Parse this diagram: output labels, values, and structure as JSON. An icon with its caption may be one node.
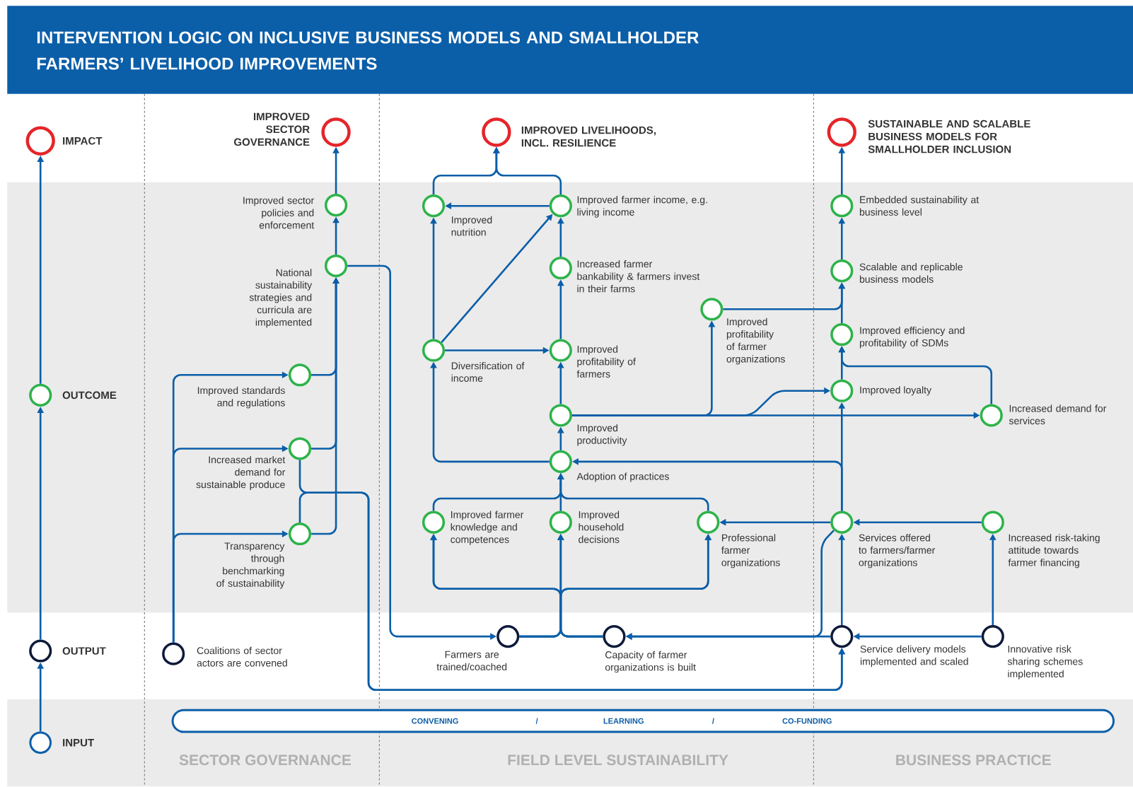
{
  "diagram": {
    "title": "INTERVENTION LOGIC ON INCLUSIVE BUSINESS MODELS AND SMALLHOLDER FARMERS’ LIVELIHOOD IMPROVEMENTS",
    "nodes": [
      {
        "text": [
          "IMPACT"
        ]
      },
      {
        "text": [
          "OUTCOME"
        ]
      },
      {
        "text": [
          "OUTPUT"
        ]
      },
      {
        "text": [
          "INPUT"
        ]
      },
      {
        "text": [
          "IMPROVED SECTOR GOVERNANCE"
        ]
      },
      {
        "text": [
          "IMPROVED LIVELIHOODS, INCL. RESILIENCE"
        ]
      },
      {
        "text": [
          "SUSTAINABLE AND SCALABLE BUSINESS MODELS FOR SMALLHOLDER INCLUSION"
        ]
      },
      {
        "text": [
          "Improved sector policies and enforcement"
        ]
      },
      {
        "text": [
          "Improved nutrition"
        ]
      },
      {
        "text": [
          "Improved farmer income, e.g. living income"
        ]
      },
      {
        "text": [
          "Embedded sustainability at business level"
        ]
      },
      {
        "text": [
          "National sustainability strategies and curricula are implemented"
        ]
      },
      {
        "text": [
          "Increased farmer bankability & farmers invest in their farms"
        ]
      },
      {
        "text": [
          "Scalable and replicable business models"
        ]
      },
      {
        "text": [
          "Improved profitability of farmer organizations"
        ]
      },
      {
        "text": [
          "Improved efficiency and profitability of SDMs"
        ]
      },
      {
        "text": [
          "Diversification of income"
        ]
      },
      {
        "text": [
          "Improved profitability of farmers"
        ]
      },
      {
        "text": [
          "Improved standards and regulations"
        ]
      },
      {
        "text": [
          "Improved loyalty"
        ]
      },
      {
        "text": [
          "Improved productivity"
        ]
      },
      {
        "text": [
          "Increased demand for services"
        ]
      },
      {
        "text": [
          "Increased market demand for sustainable produce"
        ]
      },
      {
        "text": [
          "Adoption of practices"
        ]
      },
      {
        "text": [
          "Improved farmer knowledge and competences"
        ]
      },
      {
        "text": [
          "Improved household decisions"
        ]
      },
      {
        "text": [
          "Professional farmer organizations"
        ]
      },
      {
        "text": [
          "Services offered to farmers/farmer organizations"
        ]
      },
      {
        "text": [
          "Increased risk-taking attitude towards farmer financing"
        ]
      },
      {
        "text": [
          "Transparency through benchmarking of sustainability"
        ]
      },
      {
        "text": [
          "Farmers are trained/coached"
        ]
      },
      {
        "text": [
          "Capacity of farmer organizations is built"
        ]
      },
      {
        "text": [
          "Service delivery models implemented and scaled"
        ]
      },
      {
        "text": [
          "Innovative risk sharing schemes implemented"
        ]
      },
      {
        "text": [
          "Coalitions of sector actors are convened"
        ]
      },
      {
        "text": [
          "CONVENING",
          "/",
          "LEARNING",
          "/",
          "CO-FUNDING"
        ]
      }
    ],
    "edges": [
      {
        "from": 3,
        "to": 2,
        "arrow": "to"
      },
      {
        "from": 2,
        "to": 1,
        "arrow": "to"
      },
      {
        "from": 1,
        "to": 0,
        "arrow": "to"
      },
      {
        "from": 34,
        "to": 29,
        "arrow": "to"
      },
      {
        "from": 34,
        "to": 22,
        "arrow": "to"
      },
      {
        "from": 34,
        "to": 18,
        "arrow": "to"
      },
      {
        "from": 18,
        "to": 11,
        "arrow": "to"
      },
      {
        "from": 22,
        "to": 11,
        "arrow": "to"
      },
      {
        "from": 29,
        "to": 11,
        "arrow": "to"
      },
      {
        "from": 11,
        "to": 7,
        "arrow": "to"
      },
      {
        "from": 7,
        "to": 4,
        "arrow": "to"
      },
      {
        "from": 22,
        "to": 32,
        "arrow": "to"
      },
      {
        "from": 29,
        "to": 32,
        "arrow": "to"
      },
      {
        "from": 11,
        "to": 30,
        "arrow": "to"
      },
      {
        "from": 30,
        "to": 24,
        "arrow": "to"
      },
      {
        "from": 30,
        "to": 25,
        "arrow": "to"
      },
      {
        "from": 30,
        "to": 26,
        "arrow": "to"
      },
      {
        "from": 31,
        "to": 24,
        "arrow": "to"
      },
      {
        "from": 31,
        "to": 25,
        "arrow": "to"
      },
      {
        "from": 31,
        "to": 26,
        "arrow": "to"
      },
      {
        "from": 24,
        "to": 23,
        "arrow": "to"
      },
      {
        "from": 25,
        "to": 23,
        "arrow": "to"
      },
      {
        "from": 26,
        "to": 23,
        "arrow": "to"
      },
      {
        "from": 23,
        "to": 20,
        "arrow": "to"
      },
      {
        "from": 23,
        "to": 16,
        "arrow": "to"
      },
      {
        "from": 20,
        "to": 17,
        "arrow": "to"
      },
      {
        "from": 17,
        "to": 12,
        "arrow": "to"
      },
      {
        "from": 12,
        "to": 9,
        "arrow": "to"
      },
      {
        "from": 16,
        "to": 17,
        "arrow": "to"
      },
      {
        "from": 16,
        "to": 9,
        "arrow": "to"
      },
      {
        "from": 16,
        "to": 8,
        "arrow": "to"
      },
      {
        "from": 9,
        "to": 8,
        "arrow": "to"
      },
      {
        "from": 8,
        "to": 5,
        "arrow": "to"
      },
      {
        "from": 9,
        "to": 5,
        "arrow": "to"
      },
      {
        "from": 20,
        "to": 14,
        "arrow": "to"
      },
      {
        "from": 20,
        "to": 19,
        "arrow": "to"
      },
      {
        "from": 20,
        "to": 21,
        "arrow": "to"
      },
      {
        "from": 14,
        "to": 13,
        "arrow": "to"
      },
      {
        "from": 27,
        "to": 19,
        "arrow": "to"
      },
      {
        "from": 27,
        "to": 23,
        "arrow": "to"
      },
      {
        "from": 21,
        "to": 15,
        "arrow": "to"
      },
      {
        "from": 19,
        "to": 15,
        "arrow": "to"
      },
      {
        "from": 15,
        "to": 13,
        "arrow": "to"
      },
      {
        "from": 13,
        "to": 10,
        "arrow": "to"
      },
      {
        "from": 10,
        "to": 6,
        "arrow": "to"
      },
      {
        "from": 27,
        "to": 26,
        "arrow": "to"
      },
      {
        "from": 27,
        "to": 31,
        "arrow": "to"
      },
      {
        "from": 32,
        "to": 31,
        "arrow": "to"
      },
      {
        "from": 32,
        "to": 27,
        "arrow": "to"
      },
      {
        "from": 33,
        "to": 32,
        "arrow": "to"
      },
      {
        "from": 33,
        "to": 28,
        "arrow": "to"
      },
      {
        "from": 28,
        "to": 27,
        "arrow": "to"
      }
    ],
    "labels": [
      "SECTOR GOVERNANCE",
      "FIELD LEVEL SUSTAINABILITY",
      "BUSINESS PRACTICE"
    ]
  }
}
